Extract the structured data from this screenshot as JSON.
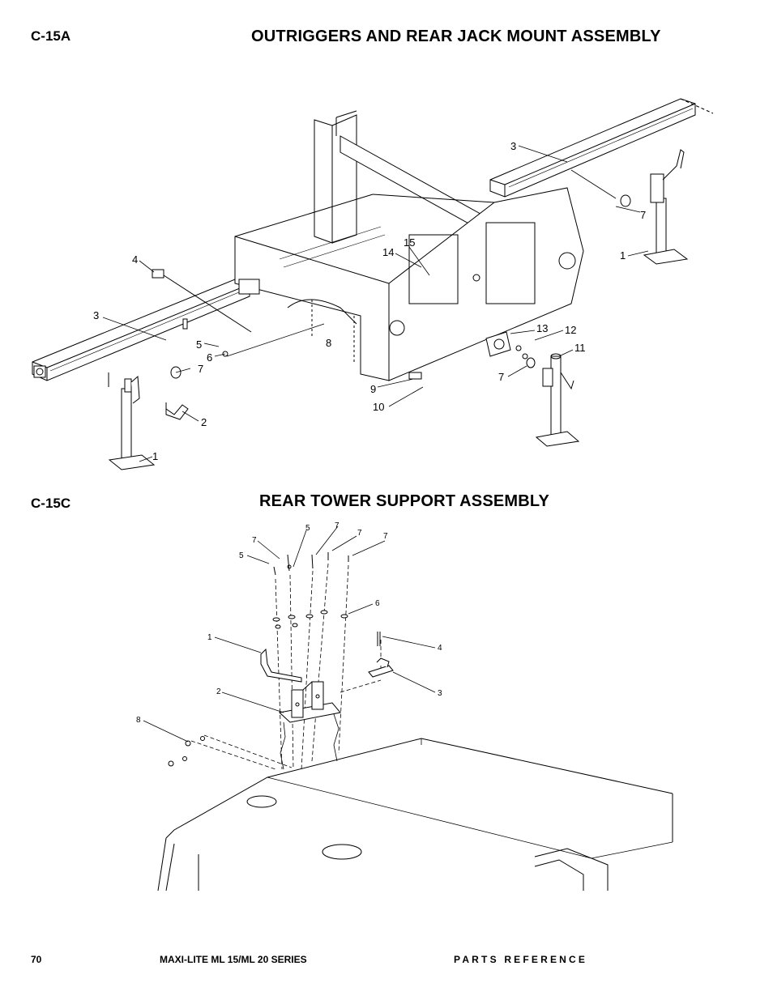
{
  "section_a": {
    "code": "C-15A",
    "title": "OUTRIGGERS AND REAR JACK MOUNT ASSEMBLY",
    "callouts": [
      "3",
      "7",
      "1",
      "15",
      "14",
      "4",
      "3",
      "5",
      "6",
      "7",
      "8",
      "13",
      "12",
      "11",
      "9",
      "7",
      "10",
      "2",
      "1"
    ]
  },
  "section_c": {
    "code": "C-15C",
    "title": "REAR TOWER SUPPORT ASSEMBLY",
    "callouts": [
      "5",
      "7",
      "7",
      "7",
      "7",
      "5",
      "6",
      "1",
      "4",
      "2",
      "3",
      "8"
    ]
  },
  "footer": {
    "page_number": "70",
    "series": "MAXI-LITE ML 15/ML 20 SERIES",
    "section": "PARTS REFERENCE"
  }
}
